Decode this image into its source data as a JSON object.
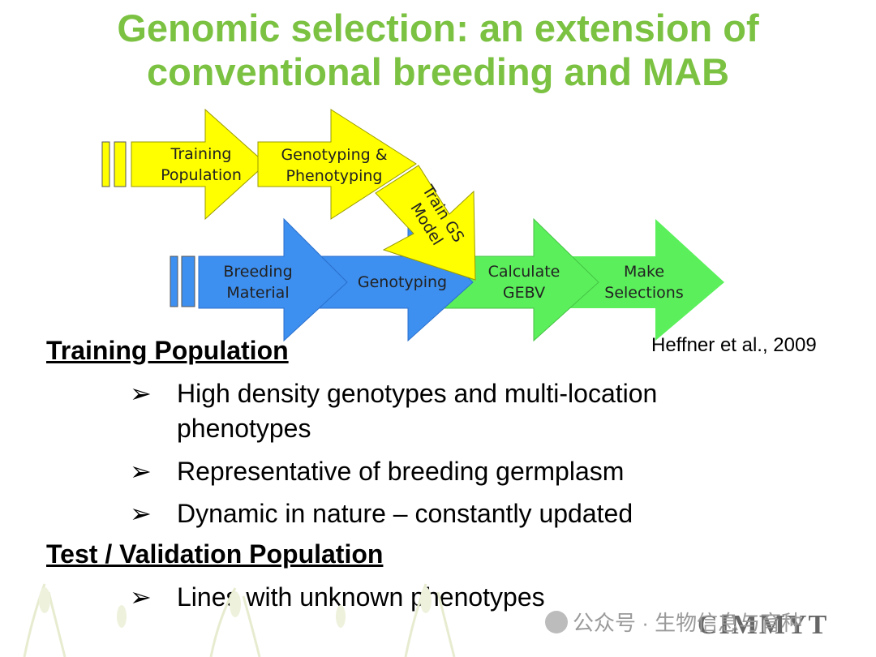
{
  "title_line1": "Genomic selection: an extension of",
  "title_line2": "conventional breeding and MAB",
  "diagram": {
    "training_population": "Training Population",
    "genotyping_phenotyping": "Genotyping & Phenotyping",
    "train_gs_model": "Train GS Model",
    "breeding_material": "Breeding Material",
    "genotyping": "Genotyping",
    "calculate_gebv": "Calculate GEBV",
    "make_selections": "Make Selections"
  },
  "citation": "Heffner et al., 2009",
  "sections": [
    {
      "heading": "Training Population",
      "bullets": [
        "High density genotypes and multi-location phenotypes",
        "Representative of breeding germplasm",
        "Dynamic in nature – constantly updated"
      ]
    },
    {
      "heading": "Test / Validation Population",
      "bullets": [
        "Lines with unknown phenotypes"
      ]
    }
  ],
  "watermark": "公众号 · 生物信息与育种",
  "logo": "CIMMYT",
  "colors": {
    "title_green": "#7cc242",
    "arrow_yellow": "#ffff00",
    "arrow_blue": "#3d8ff0",
    "arrow_green": "#5bf05b"
  }
}
